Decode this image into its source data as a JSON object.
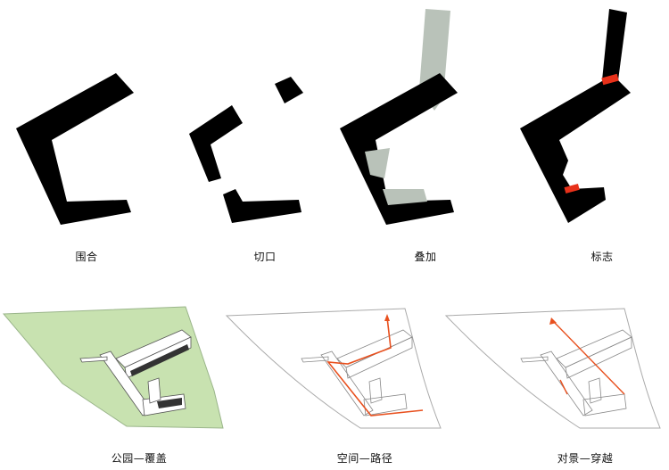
{
  "diagrams": {
    "top_row": [
      {
        "id": "enclose",
        "label": "围合"
      },
      {
        "id": "cut",
        "label": "切口"
      },
      {
        "id": "overlay",
        "label": "叠加"
      },
      {
        "id": "landmark",
        "label": "标志"
      }
    ],
    "bottom_row": [
      {
        "id": "park",
        "label": "公园—覆盖"
      },
      {
        "id": "path",
        "label": "空间—路径"
      },
      {
        "id": "view",
        "label": "对景—穿越"
      }
    ]
  },
  "colors": {
    "mass": "#000000",
    "overlay_gray": "#b9c2b9",
    "accent_red": "#e8311a",
    "park_green": "#c8e2b0",
    "path_orange": "#e8501e",
    "line_gray": "#9a9a9a"
  }
}
